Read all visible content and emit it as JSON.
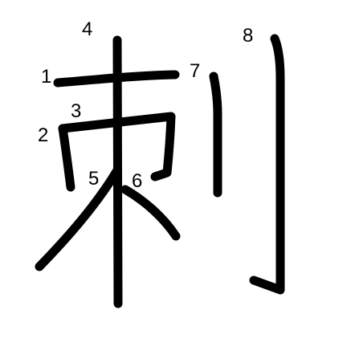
{
  "character": {
    "stroke_color": "#000000",
    "background": "#ffffff",
    "stroke_numbers": [
      "1",
      "2",
      "3",
      "4",
      "5",
      "6",
      "7",
      "8"
    ]
  }
}
